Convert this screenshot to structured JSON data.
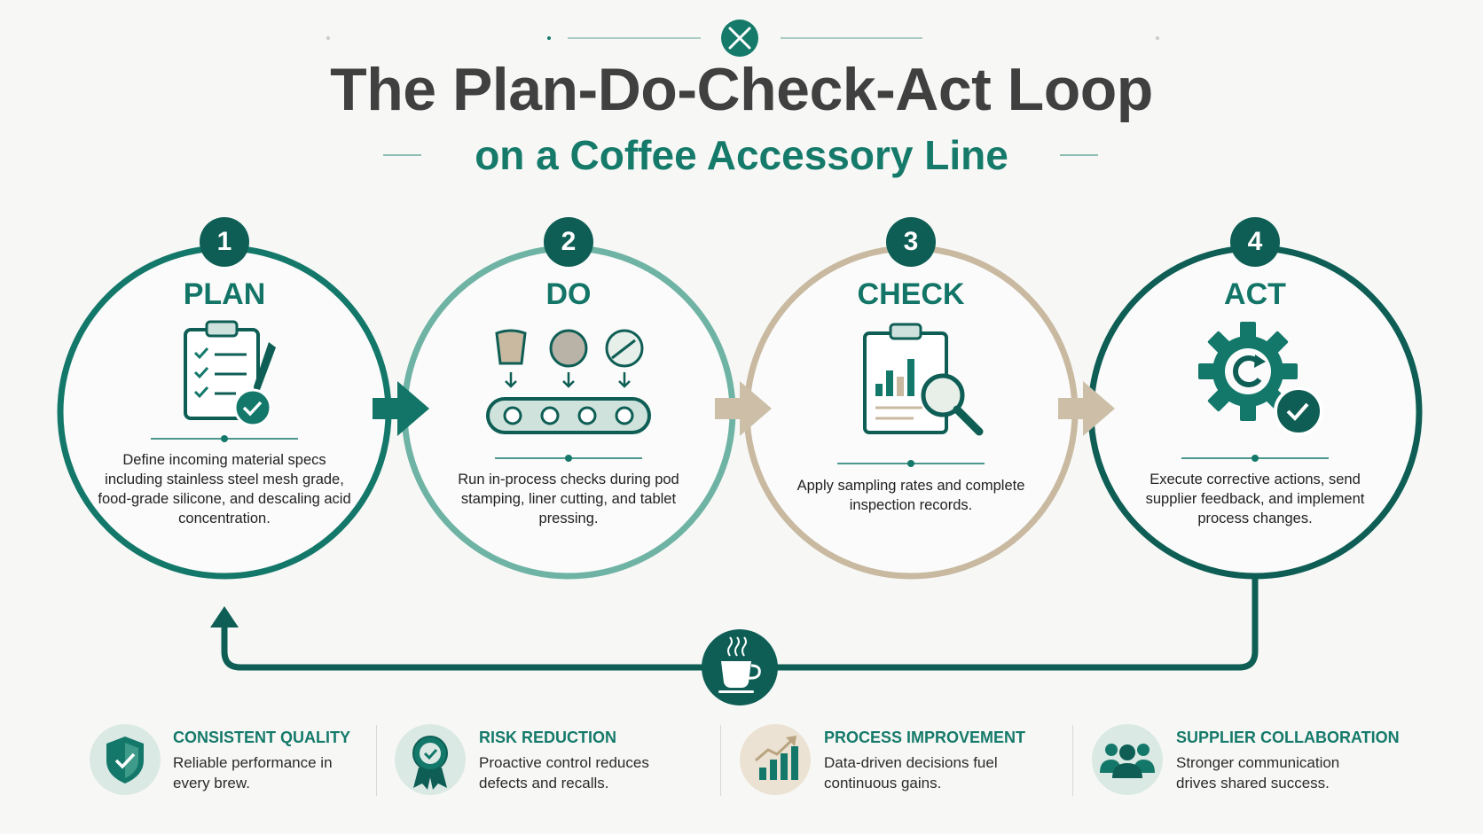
{
  "header": {
    "title": "The Plan-Do-Check-Act Loop",
    "subtitle": "on a Coffee Accessory Line"
  },
  "steps": [
    {
      "number": "1",
      "title": "PLAN",
      "description": "Define incoming material specs including stainless steel mesh grade, food-grade silicone, and descaling acid concentration.",
      "color": "#13786a",
      "icon": "clipboard-checklist-icon"
    },
    {
      "number": "2",
      "title": "DO",
      "description": "Run in-process checks during pod stamping, liner cutting, and tablet pressing.",
      "color": "#6fb3a5",
      "icon": "conveyor-belt-icon"
    },
    {
      "number": "3",
      "title": "CHECK",
      "description": "Apply sampling rates and complete inspection records.",
      "color": "#c8b9a0",
      "icon": "report-magnifier-icon"
    },
    {
      "number": "4",
      "title": "ACT",
      "description": "Execute corrective actions, send supplier feedback, and implement process changes.",
      "color": "#0e5e55",
      "icon": "gear-refresh-icon"
    }
  ],
  "benefits": [
    {
      "title": "CONSISTENT QUALITY",
      "description": "Reliable performance in every brew.",
      "icon": "shield-check-icon"
    },
    {
      "title": "RISK REDUCTION",
      "description": "Proactive control reduces defects and recalls.",
      "icon": "award-ribbon-icon"
    },
    {
      "title": "PROCESS IMPROVEMENT",
      "description": "Data-driven decisions fuel continuous gains.",
      "icon": "growth-chart-icon"
    },
    {
      "title": "SUPPLIER COLLABORATION",
      "description": "Stronger communication drives shared success.",
      "icon": "people-group-icon"
    }
  ],
  "colors": {
    "title": "#404040",
    "accent": "#157a6a",
    "dark_teal": "#0e5e55",
    "light_teal": "#6fb3a5",
    "tan": "#c8b9a0"
  }
}
